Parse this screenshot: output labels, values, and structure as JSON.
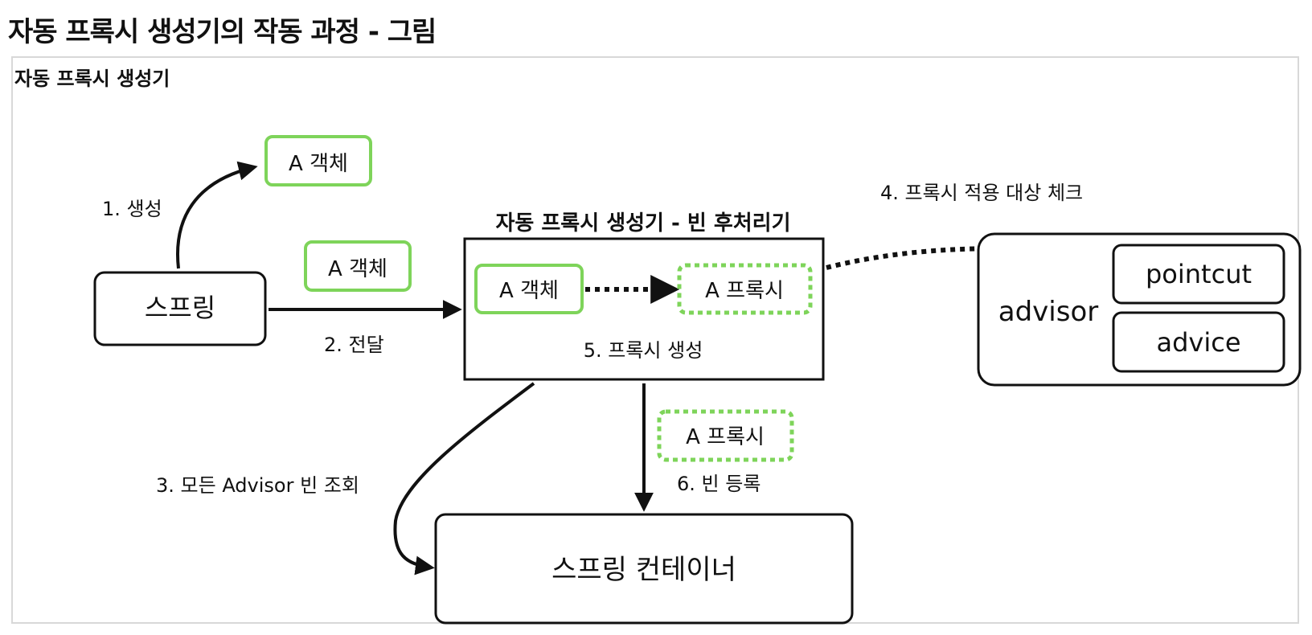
{
  "page": {
    "title": "자동 프록시 생성기의 작동 과정 - 그림"
  },
  "frame": {
    "label": "자동 프록시 생성기"
  },
  "nodes": {
    "spring": "스프링",
    "spring_container": "스프링 컨테이너",
    "a_object_created": "A 객체",
    "a_object_passed": "A 객체",
    "postprocessor_title": "자동 프록시 생성기 - 빈 후처리기",
    "pp_a_object": "A 객체",
    "pp_a_proxy": "A 프록시",
    "pp_proxy_create": "5. 프록시 생성",
    "a_proxy_registered": "A 프록시",
    "advisor": "advisor",
    "pointcut": "pointcut",
    "advice": "advice"
  },
  "steps": {
    "step1": "1. 생성",
    "step2": "2. 전달",
    "step3": "3. 모든 Advisor 빈 조회",
    "step4": "4. 프록시 적용 대상 체크",
    "step6": "6. 빈 등록"
  },
  "colors": {
    "green": "#7ed45a",
    "black": "#111111",
    "frame_border": "#d8d8d8"
  }
}
